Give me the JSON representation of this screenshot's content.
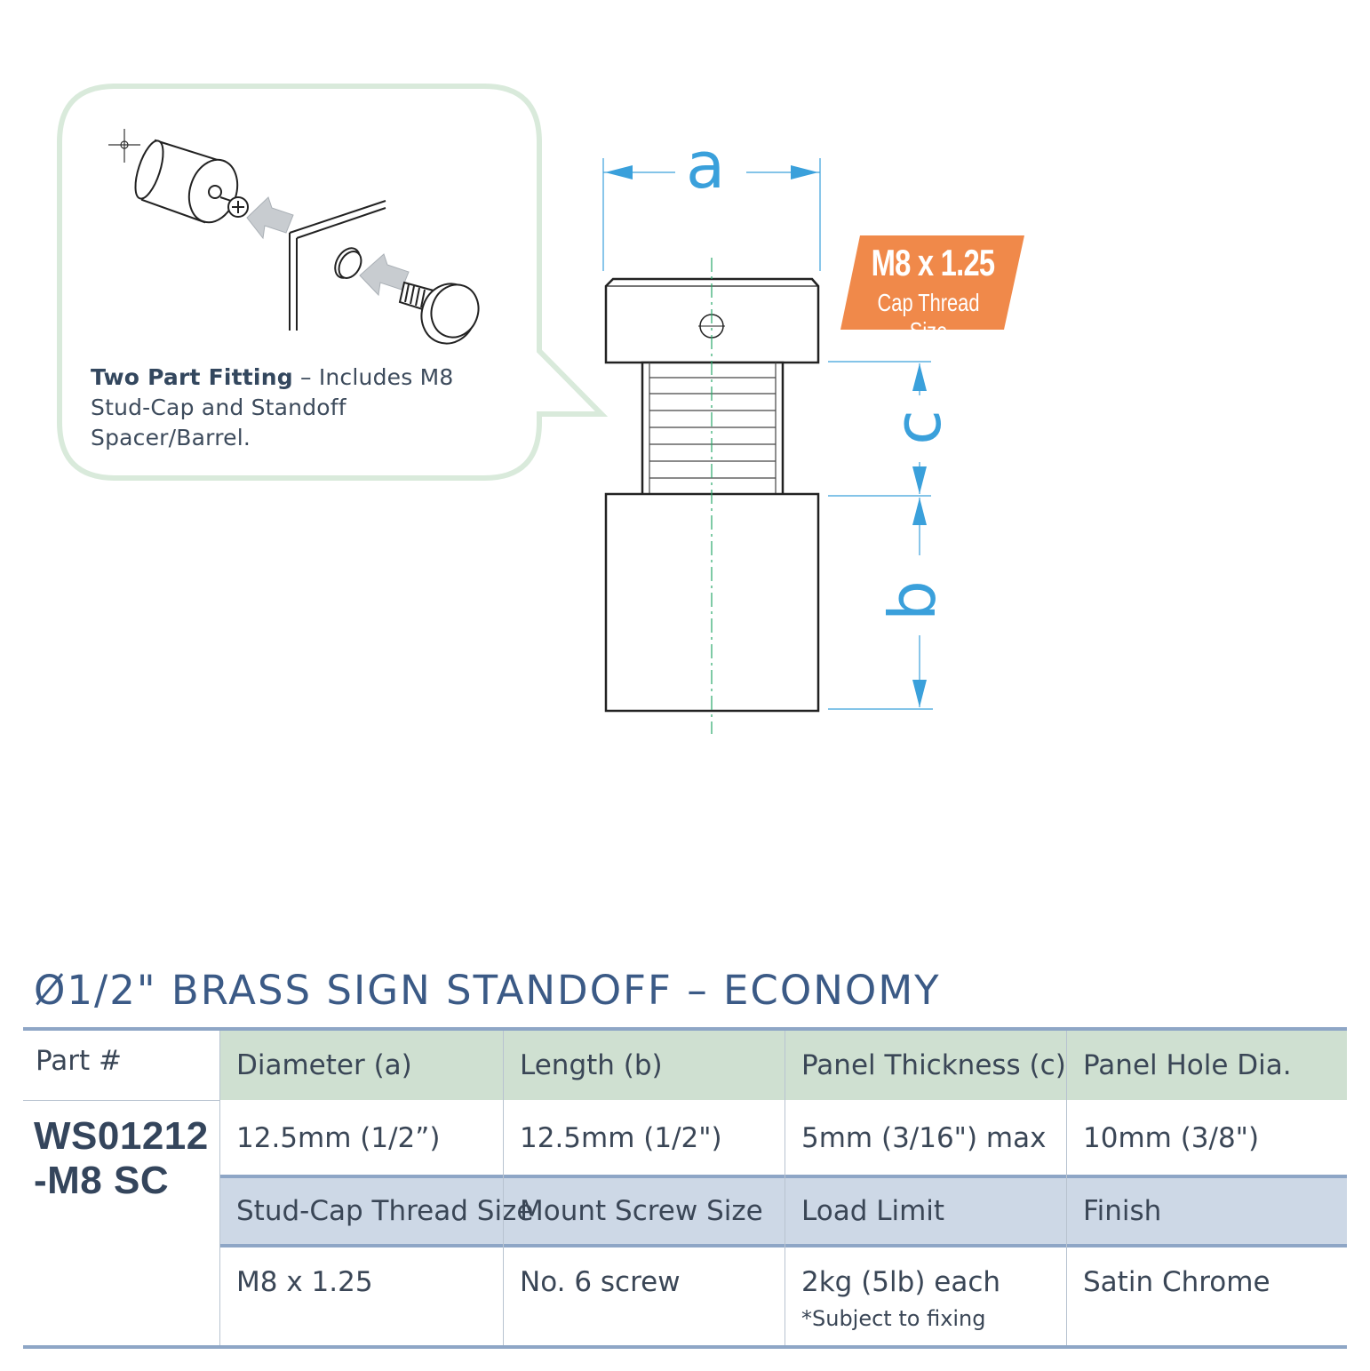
{
  "callout": {
    "title": "Two Part Fitting",
    "separator": " – ",
    "line1_rest": "Includes M8",
    "line2": "Stud-Cap and Standoff Spacer/Barrel."
  },
  "badge": {
    "main": "M8 x 1.25",
    "sub": "Cap Thread Size"
  },
  "dimensions": {
    "a": "a",
    "b": "b",
    "c": "c"
  },
  "colors": {
    "accent_blue": "#3aa0db",
    "badge_orange": "#f0894a",
    "callout_green": "#d9eadb",
    "title_blue": "#3b5a86"
  },
  "product_title": "Ø1/2\" BRASS SIGN STANDOFF – ECONOMY",
  "spec_table": {
    "part_label": "Part #",
    "part_number_line1": "WS01212",
    "part_number_line2": "-M8 SC",
    "header1": [
      "Diameter (a)",
      "Length (b)",
      "Panel Thickness (c)",
      "Panel Hole Dia."
    ],
    "row1": [
      "12.5mm (1/2”)",
      "12.5mm (1/2\")",
      "5mm (3/16\") max",
      "10mm (3/8\")"
    ],
    "header2": [
      "Stud-Cap Thread Size",
      "Mount Screw Size",
      "Load Limit",
      "Finish"
    ],
    "row2": [
      "M8 x 1.25",
      "No. 6 screw",
      "2kg (5lb) each",
      "Satin Chrome"
    ],
    "footnote": "*Subject to fixing"
  }
}
